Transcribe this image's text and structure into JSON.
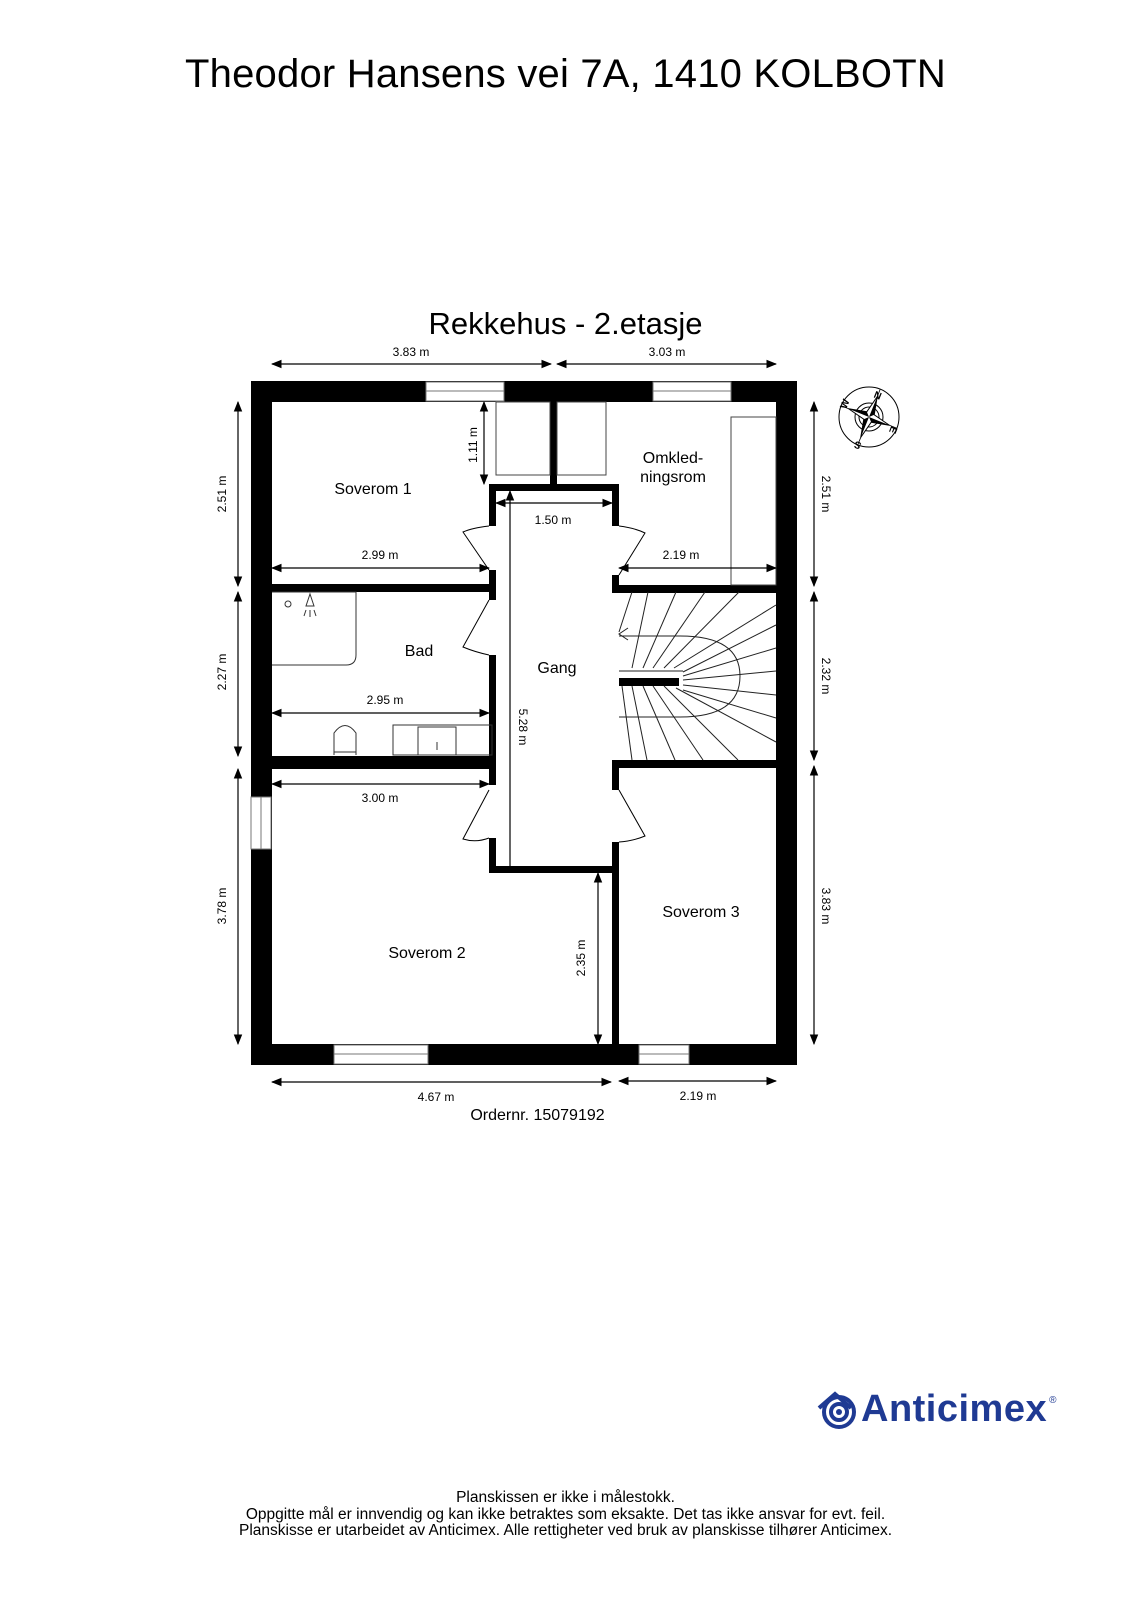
{
  "header": {
    "address": "Theodor Hansens vei 7A, 1410 KOLBOTN",
    "plan_title": "Rekkehus  - 2.etasje"
  },
  "rooms": {
    "soverom1": "Soverom 1",
    "omkledningsrom_line1": "Omkled-",
    "omkledningsrom_line2": "ningsrom",
    "bad": "Bad",
    "gang": "Gang",
    "soverom2": "Soverom 2",
    "soverom3": "Soverom 3"
  },
  "dimensions": {
    "top_left": "3.83 m",
    "top_right": "3.03 m",
    "left_upper": "2.51 m",
    "left_middle": "2.27 m",
    "left_lower": "3.78 m",
    "right_upper": "2.51 m",
    "right_middle": "2.32 m",
    "right_lower": "3.83 m",
    "bottom_left": "4.67 m",
    "bottom_right": "2.19 m",
    "closet_depth": "1.11 m",
    "gang_width": "1.50 m",
    "soverom1_width": "2.99 m",
    "omkled_width": "2.19 m",
    "bad_width": "2.95 m",
    "gang_length": "5.28 m",
    "soverom2_width": "3.00 m",
    "soverom2_depth": "2.35 m"
  },
  "compass": {
    "labels": [
      "N",
      "E",
      "S",
      "W"
    ]
  },
  "order": {
    "text": "Ordernr. 15079192"
  },
  "logo": {
    "name": "Anticimex",
    "registered": "®",
    "color": "#1f3a93"
  },
  "footer": {
    "line1": "Planskissen er ikke i målestokk.",
    "line2": "Oppgitte mål er innvendig og kan ikke betraktes som eksakte. Det tas ikke ansvar for evt. feil.",
    "line3": "Planskisse er utarbeidet av Anticimex. Alle rettigheter ved bruk av planskisse tilhører Anticimex."
  }
}
